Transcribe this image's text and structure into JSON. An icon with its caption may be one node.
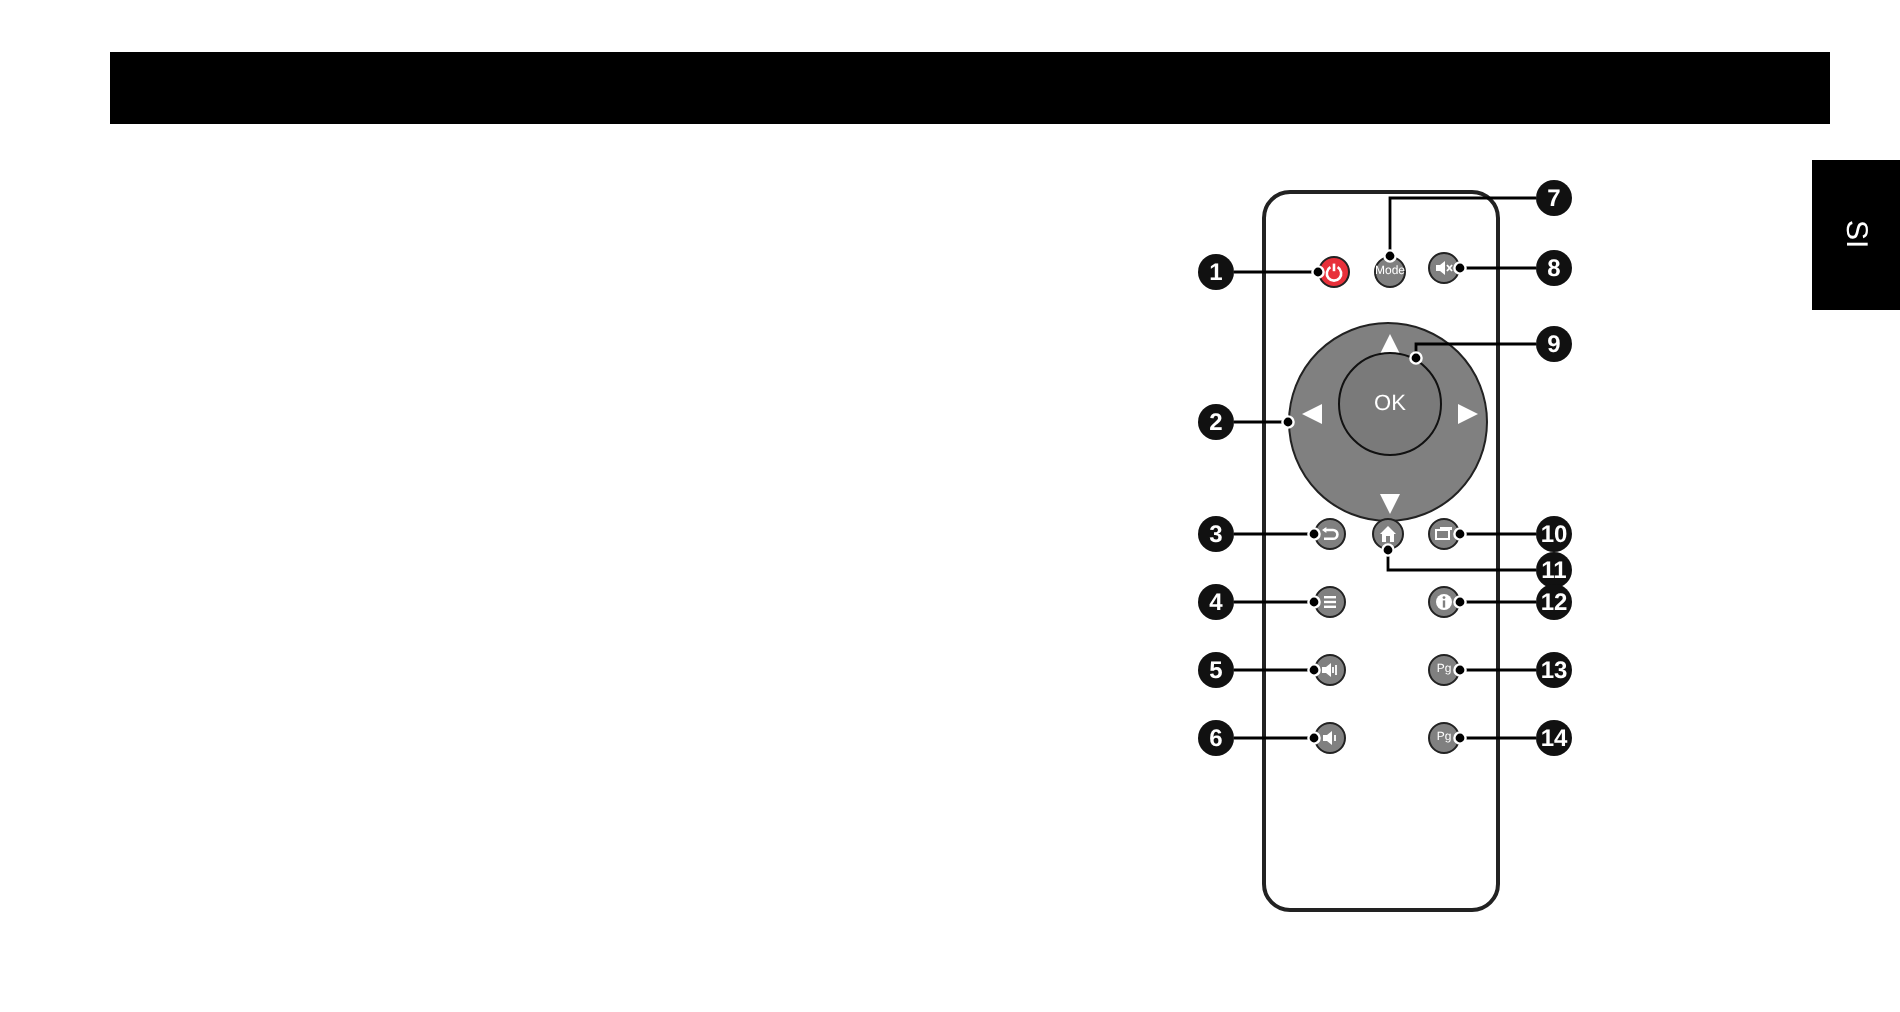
{
  "diagram": {
    "nodes": [
      {
        "text": [
          "1"
        ]
      },
      {
        "text": [
          "2"
        ]
      },
      {
        "text": [
          "3"
        ]
      },
      {
        "text": [
          "4"
        ]
      },
      {
        "text": [
          "5"
        ]
      },
      {
        "text": [
          "6"
        ]
      },
      {
        "text": [
          "7"
        ]
      },
      {
        "text": [
          "8"
        ]
      },
      {
        "text": [
          "9"
        ]
      },
      {
        "text": [
          "10"
        ]
      },
      {
        "text": [
          "11"
        ]
      },
      {
        "text": [
          "12"
        ]
      },
      {
        "text": [
          "13"
        ]
      },
      {
        "text": [
          "14"
        ]
      },
      {
        "text": [],
        "shape": "circle"
      },
      {
        "text": [],
        "shape": "circle"
      },
      {
        "text": [],
        "shape": "circle"
      },
      {
        "text": [],
        "shape": "circle"
      },
      {
        "text": [],
        "shape": "circle"
      },
      {
        "text": [],
        "shape": "circle"
      },
      {
        "text": [
          "Mode"
        ]
      },
      {
        "text": [],
        "shape": "circle"
      },
      {
        "text": [
          "OK"
        ],
        "in": 15
      },
      {
        "text": [],
        "shape": "circle"
      },
      {
        "text": [],
        "shape": "circle"
      },
      {
        "text": [],
        "shape": "circle"
      },
      {
        "text": [
          "Pg"
        ]
      },
      {
        "text": [
          "Pg"
        ]
      }
    ],
    "edges": [
      {
        "from": 0,
        "to": 14,
        "arrow": "other"
      },
      {
        "from": 1,
        "to": 15,
        "arrow": "other"
      },
      {
        "from": 2,
        "to": 16,
        "arrow": "other"
      },
      {
        "from": 3,
        "to": 17,
        "arrow": "other"
      },
      {
        "from": 4,
        "to": 18,
        "arrow": "other"
      },
      {
        "from": 5,
        "to": 19,
        "arrow": "other"
      },
      {
        "from": 6,
        "to": 20,
        "arrow": "other"
      },
      {
        "from": 7,
        "to": 21,
        "arrow": "other"
      },
      {
        "from": 8,
        "to": 22,
        "arrow": "other"
      },
      {
        "from": 9,
        "to": 23,
        "arrow": "other"
      },
      {
        "from": 10,
        "to": 24,
        "arrow": "other"
      },
      {
        "from": 11,
        "to": 25,
        "arrow": "other"
      },
      {
        "from": 12,
        "to": 26,
        "arrow": "other"
      },
      {
        "from": 13,
        "to": 27,
        "arrow": "other"
      }
    ],
    "labels": [
      "SI"
    ]
  }
}
